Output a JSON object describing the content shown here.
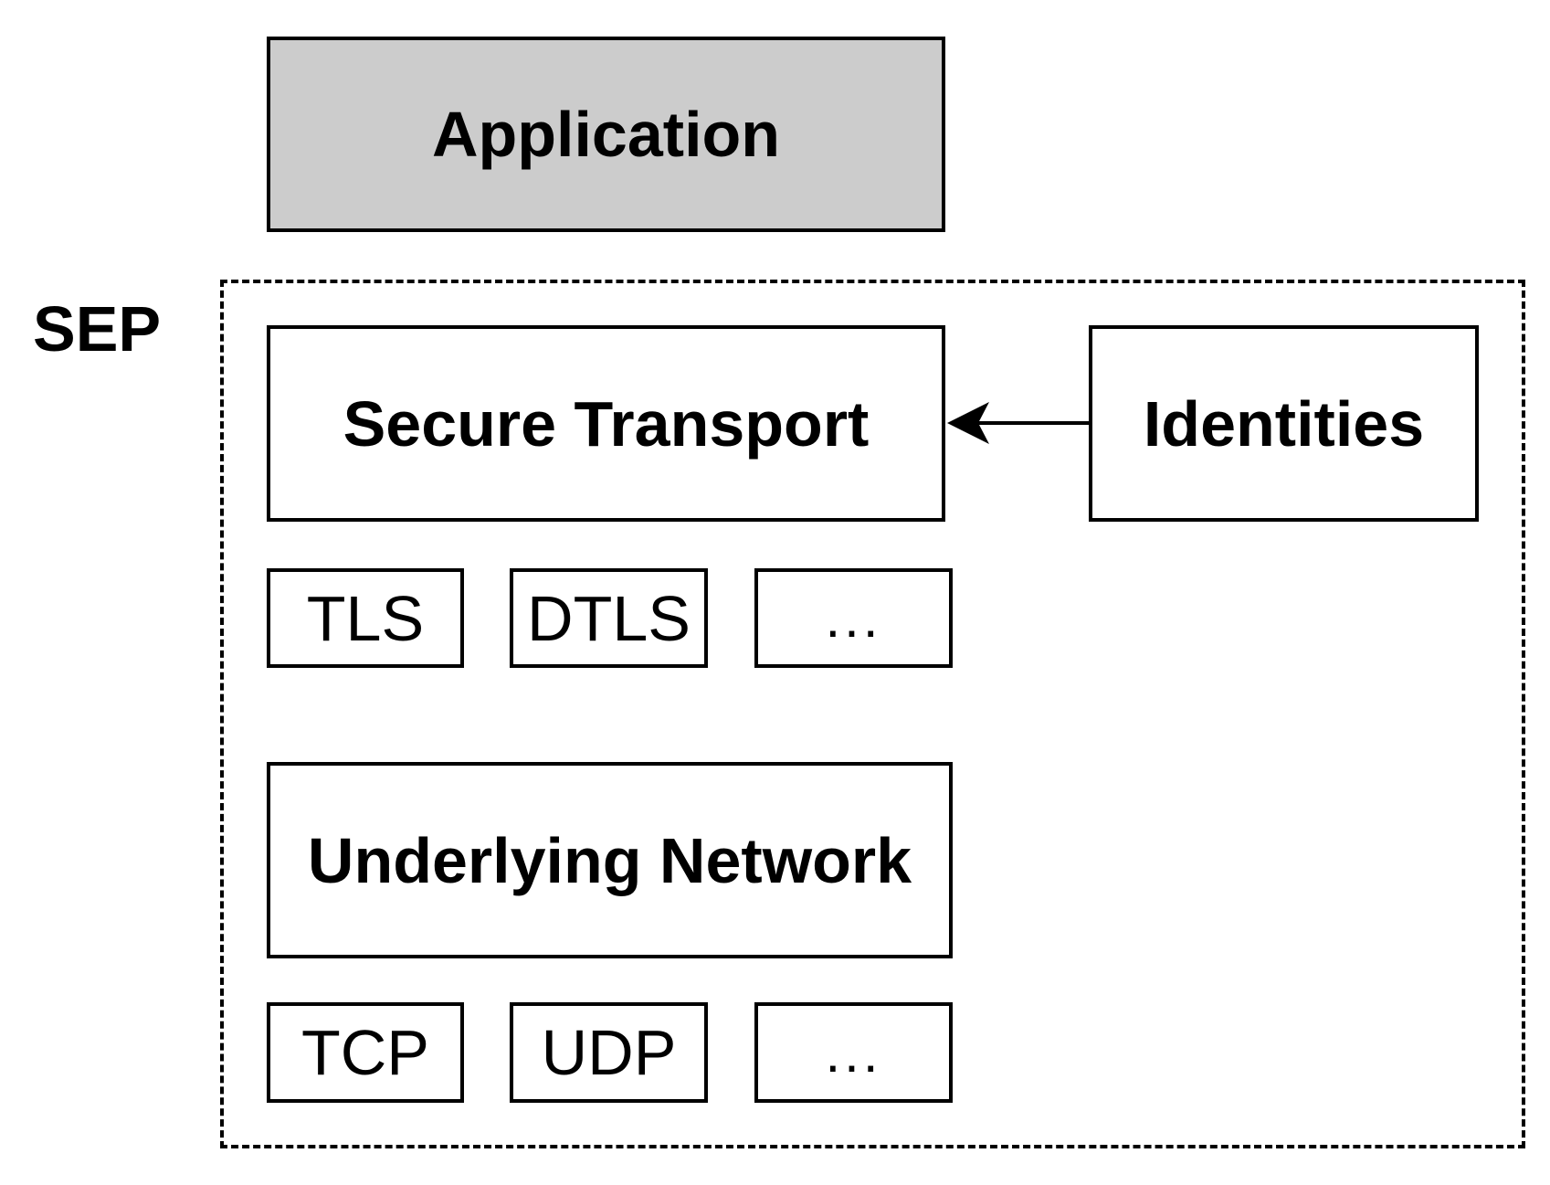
{
  "application": {
    "label": "Application"
  },
  "sep": {
    "label": "SEP",
    "secure_transport": {
      "label": "Secure Transport"
    },
    "identities": {
      "label": "Identities"
    },
    "security_protocols": [
      "TLS",
      "DTLS",
      "..."
    ],
    "underlying_network": {
      "label": "Underlying Network"
    },
    "network_protocols": [
      "TCP",
      "UDP",
      "..."
    ]
  },
  "colors": {
    "application_fill": "#cccccc",
    "stroke": "#000000",
    "background": "#ffffff"
  },
  "connections": [
    {
      "from": "Identities",
      "to": "Secure Transport",
      "style": "arrow"
    }
  ]
}
